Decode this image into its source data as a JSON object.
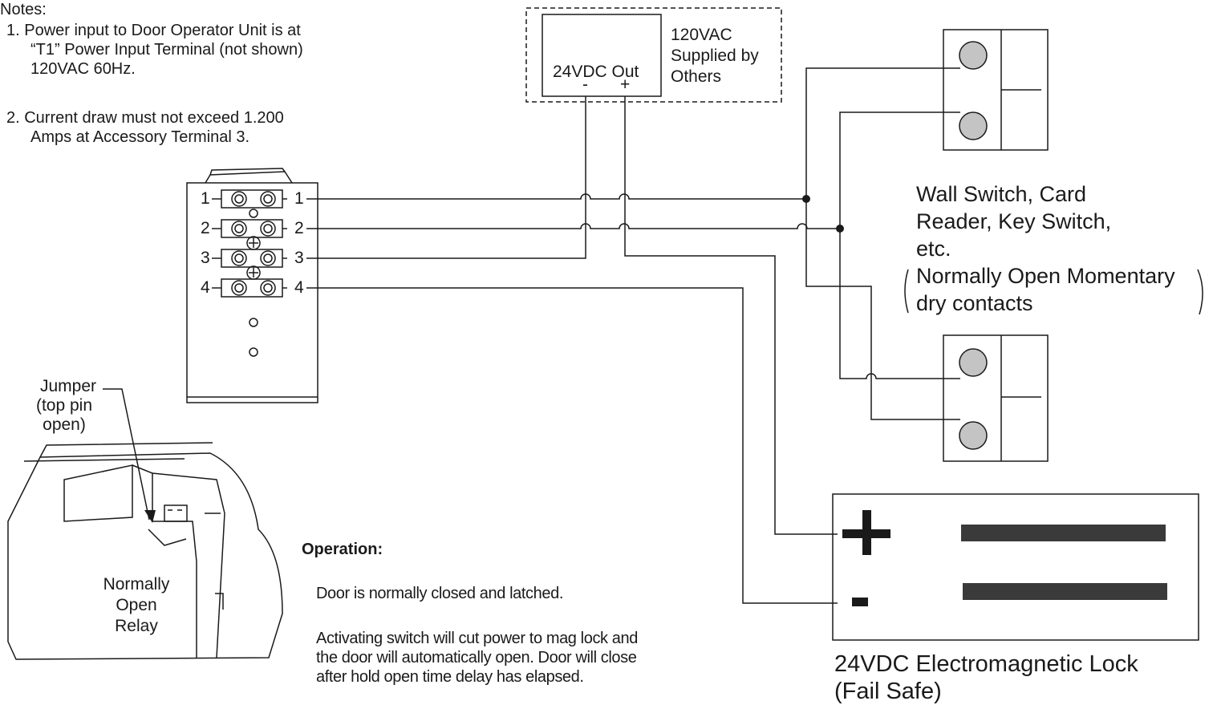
{
  "notes": {
    "title": "Notes:",
    "n1_line1": "1. Power input to Door Operator Unit is at",
    "n1_line2": "“T1” Power Input Terminal (not shown)",
    "n1_line3": "120VAC 60Hz.",
    "n2_line1": "2.  Current draw must not exceed 1.200",
    "n2_line2": "Amps at Accessory Terminal 3."
  },
  "power_supply": {
    "output_label": "24VDC Out",
    "minus": "-",
    "plus": "+",
    "supply_line1": "120VAC",
    "supply_line2": "Supplied by",
    "supply_line3": "Others"
  },
  "terminal_block": {
    "terminals": [
      "1",
      "2",
      "3",
      "4"
    ]
  },
  "switches": {
    "line1": "Wall Switch, Card",
    "line2": "Reader, Key Switch,",
    "line3": "etc.",
    "line4": "Normally Open Momentary",
    "line5": "dry contacts"
  },
  "relay": {
    "jumper_line1": "Jumper",
    "jumper_line2": "(top pin",
    "jumper_line3": "open)",
    "relay_line1": "Normally",
    "relay_line2": "Open",
    "relay_line3": "Relay"
  },
  "operation": {
    "heading": "Operation:",
    "p1": "Door is normally closed and latched.",
    "p2_line1": "Activating switch will cut power to mag lock and",
    "p2_line2": "the door will automatically open.  Door will close",
    "p2_line3": "after hold open time delay has elapsed."
  },
  "mag_lock": {
    "plus": "+",
    "minus": "-",
    "title_line1": "24VDC Electromagnetic Lock",
    "title_line2": "(Fail Safe)"
  }
}
